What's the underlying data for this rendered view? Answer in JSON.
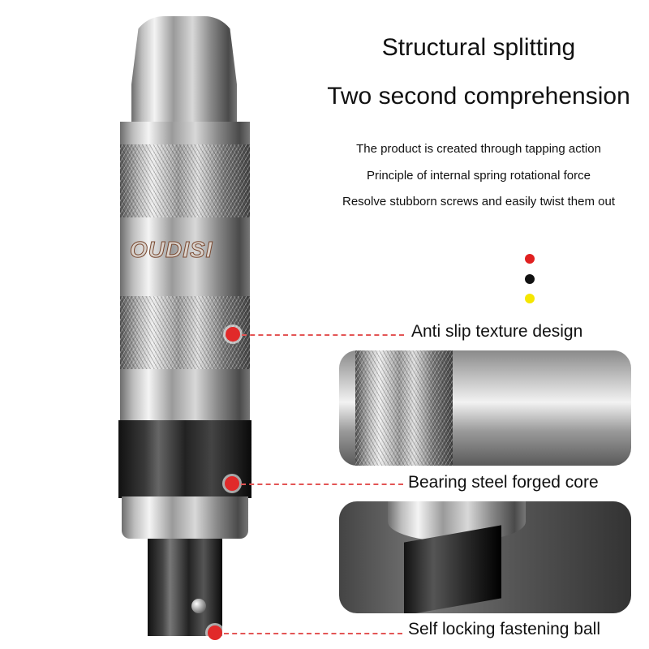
{
  "heading": {
    "line1": "Structural splitting",
    "line2": "Two second comprehension"
  },
  "description": [
    "The product is created through tapping action",
    "Principle of internal spring rotational force",
    "Resolve stubborn screws and easily twist them out"
  ],
  "color_dots": [
    "#e02020",
    "#111111",
    "#f5e600"
  ],
  "logo": "OUDISI",
  "callouts": [
    {
      "label": "Anti slip texture design"
    },
    {
      "label": "Bearing steel forged core"
    },
    {
      "label": "Self locking fastening ball"
    }
  ],
  "accent": "#e12a2a"
}
